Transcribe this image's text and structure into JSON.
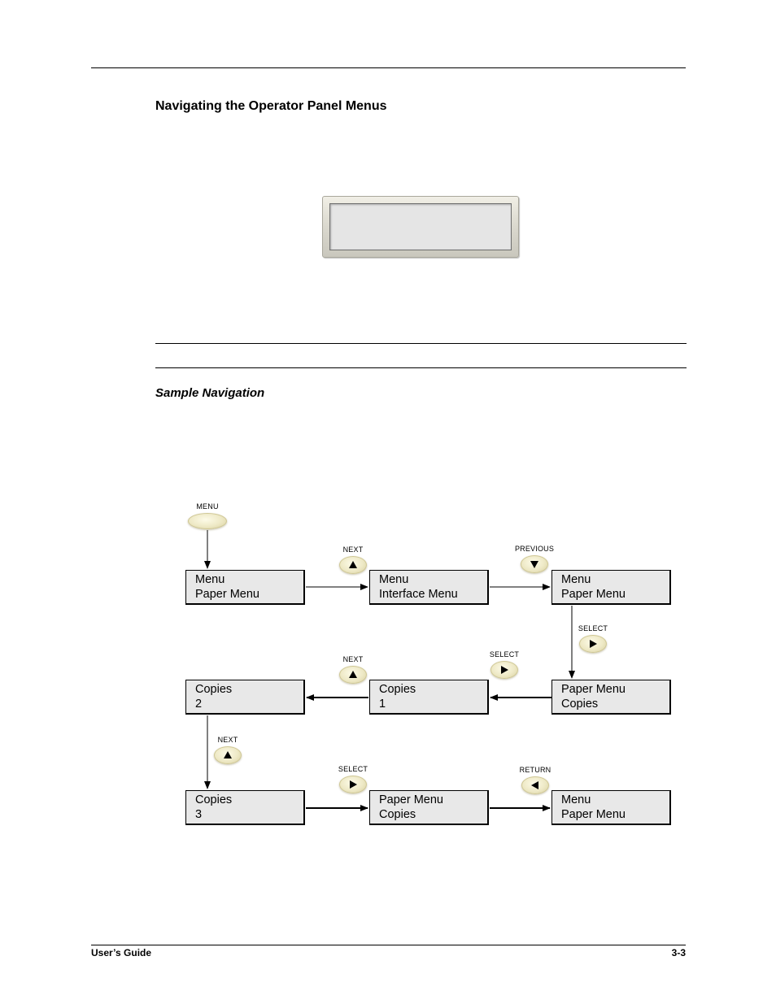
{
  "section_title": "Navigating the Operator Panel Menus",
  "subsection_title": "Sample Navigation",
  "footer": {
    "left": "User’s Guide",
    "right": "3-3"
  },
  "buttons": {
    "menu": "MENU",
    "next_1": "NEXT",
    "previous": "PREVIOUS",
    "select_1": "SELECT",
    "next_2": "NEXT",
    "select_2": "SELECT",
    "next_3": "NEXT",
    "select_3": "SELECT",
    "return": "RETURN"
  },
  "boxes": {
    "r1c1": {
      "line1": "Menu",
      "line2": "Paper Menu"
    },
    "r1c2": {
      "line1": "Menu",
      "line2": "Interface Menu"
    },
    "r1c3": {
      "line1": "Menu",
      "line2": "Paper Menu"
    },
    "r2c1": {
      "line1": "Copies",
      "line2": "2"
    },
    "r2c2": {
      "line1": "Copies",
      "line2": "1"
    },
    "r2c3": {
      "line1": "Paper Menu",
      "line2": "Copies"
    },
    "r3c1": {
      "line1": "Copies",
      "line2": "3"
    },
    "r3c2": {
      "line1": "Paper Menu",
      "line2": "Copies"
    },
    "r3c3": {
      "line1": "Menu",
      "line2": "Paper Menu"
    }
  },
  "icons": {
    "up": "up-arrow-key-icon",
    "down": "down-arrow-key-icon",
    "right": "right-arrow-key-icon",
    "left": "left-arrow-key-icon"
  },
  "colors": {
    "key_fill": "#eee9c6",
    "box_fill": "#e8e8e8",
    "lcd_fill": "#e5e5e5"
  }
}
